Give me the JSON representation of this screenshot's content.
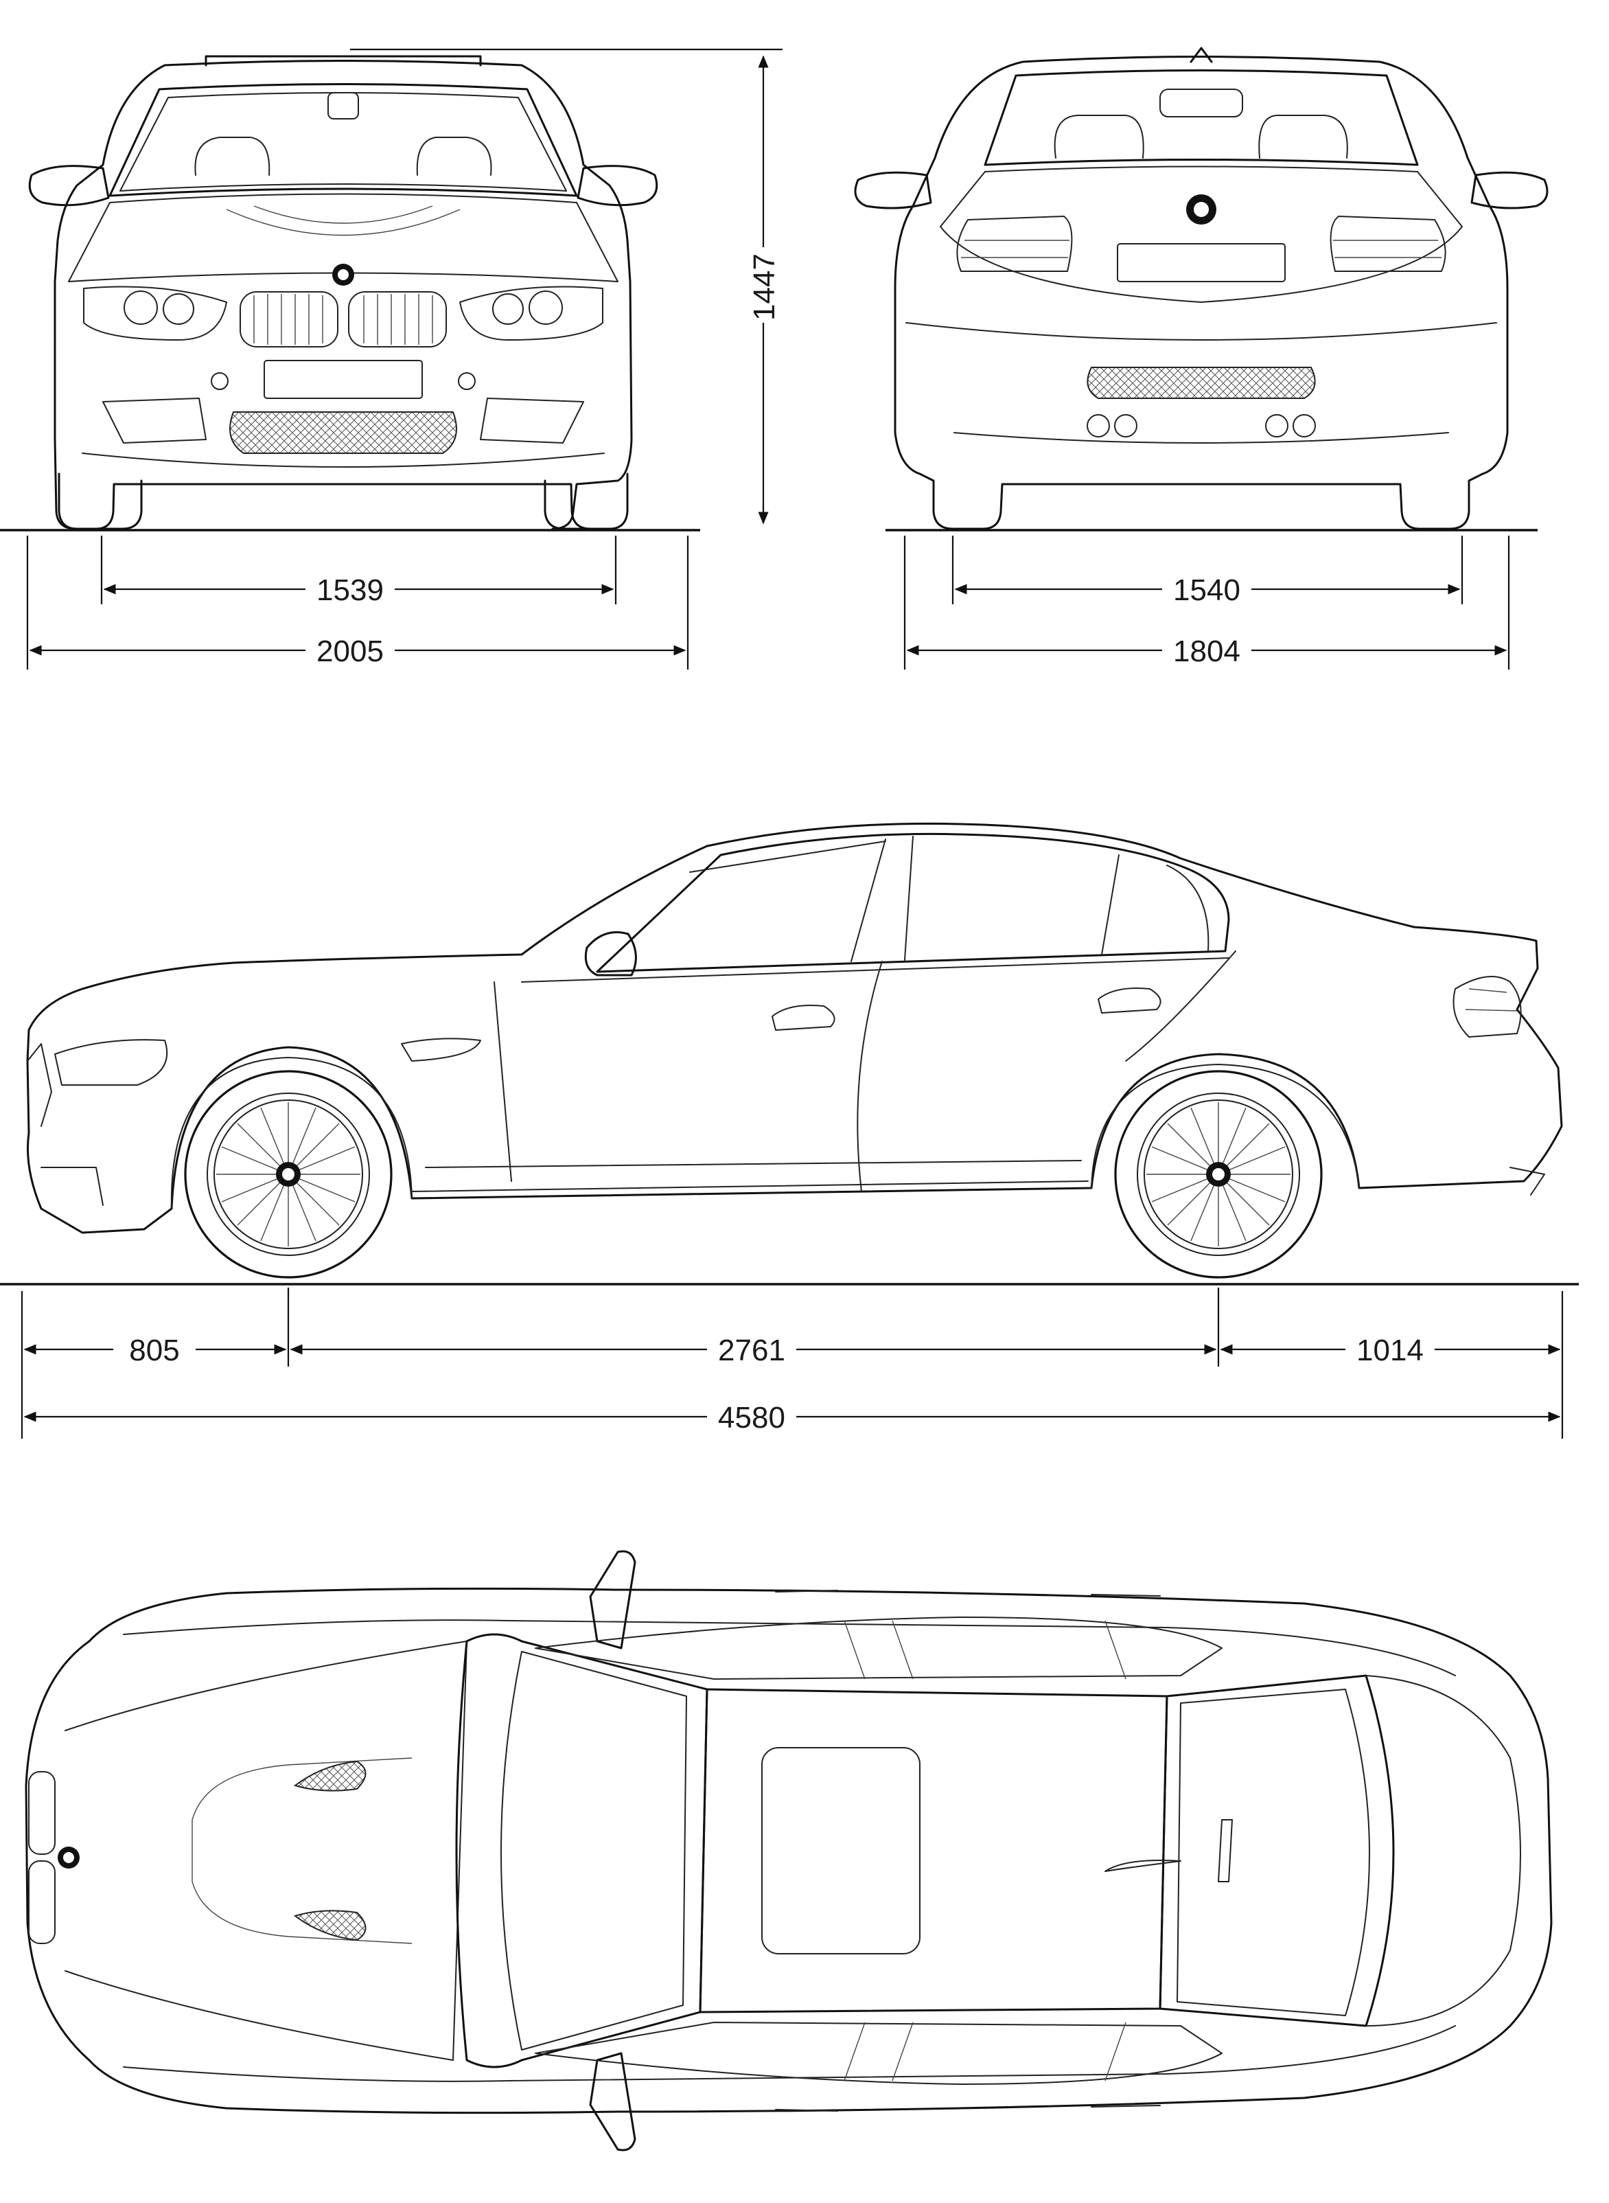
{
  "dimensions": {
    "height": "1447",
    "front_track": "1539",
    "rear_track": "1540",
    "width_with_mirrors": "2005",
    "width": "1804",
    "front_overhang": "805",
    "wheelbase": "2761",
    "rear_overhang": "1014",
    "length": "4580"
  },
  "colors": {
    "line": "#111111",
    "background": "#ffffff"
  }
}
